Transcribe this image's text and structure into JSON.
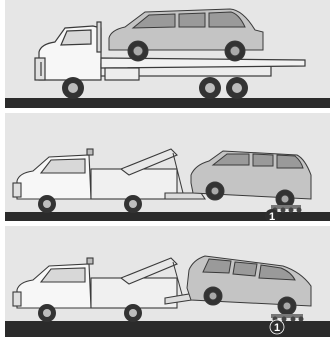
{
  "colors": {
    "panel_bg": "#e6e6e6",
    "ground": "#2b2b2b",
    "truck_body": "#f7f7f7",
    "outline": "#3a3a3a",
    "car_body": "#c4c4c4",
    "tire": "#333333",
    "badge": "#2e2e2e"
  },
  "panels": [
    {
      "scene": "flatbed-truck-carrying-suv"
    },
    {
      "scene": "wheel-lift-tow-truck-suv-front-lifted-rear-on-dollies",
      "callout": "1"
    },
    {
      "scene": "wheel-lift-tow-truck-suv-rear-lifted-front-on-dollies",
      "callout": "1"
    }
  ]
}
